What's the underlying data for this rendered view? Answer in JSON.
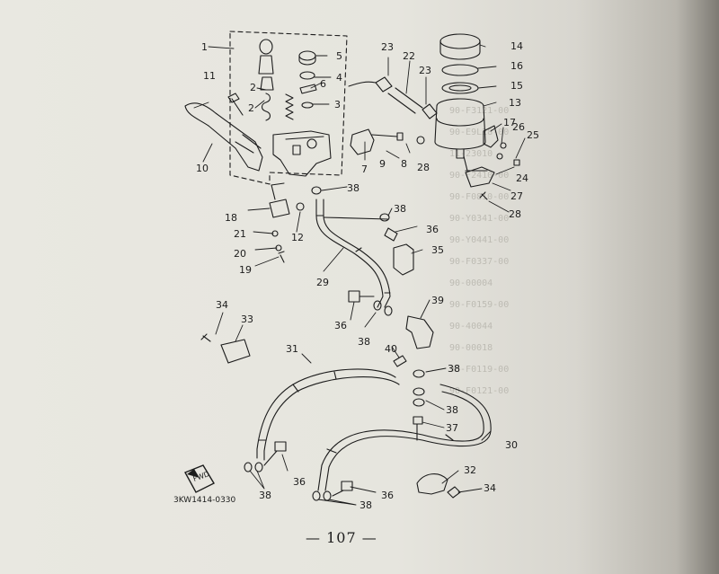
{
  "page_number": "— 107 —",
  "figure_code": "3KW1414-0330",
  "fwd_mark": "FWD",
  "callouts": {
    "c1": "1",
    "c2": "2",
    "c3": "3",
    "c4": "4",
    "c5": "5",
    "c6": "6",
    "c7": "7",
    "c8": "8",
    "c9": "9",
    "c10": "10",
    "c11": "11",
    "c12": "12",
    "c13": "13",
    "c14": "14",
    "c15": "15",
    "c16": "16",
    "c17": "17",
    "c18": "18",
    "c19": "19",
    "c20": "20",
    "c21": "21",
    "c22": "22",
    "c23": "23",
    "c24": "24",
    "c25": "25",
    "c26": "26",
    "c27": "27",
    "c28": "28",
    "c29": "29",
    "c30": "30",
    "c31": "31",
    "c32": "32",
    "c33": "33",
    "c34": "34",
    "c35": "35",
    "c36": "36",
    "c37": "37",
    "c38": "38",
    "c39": "39",
    "c40": "40"
  }
}
